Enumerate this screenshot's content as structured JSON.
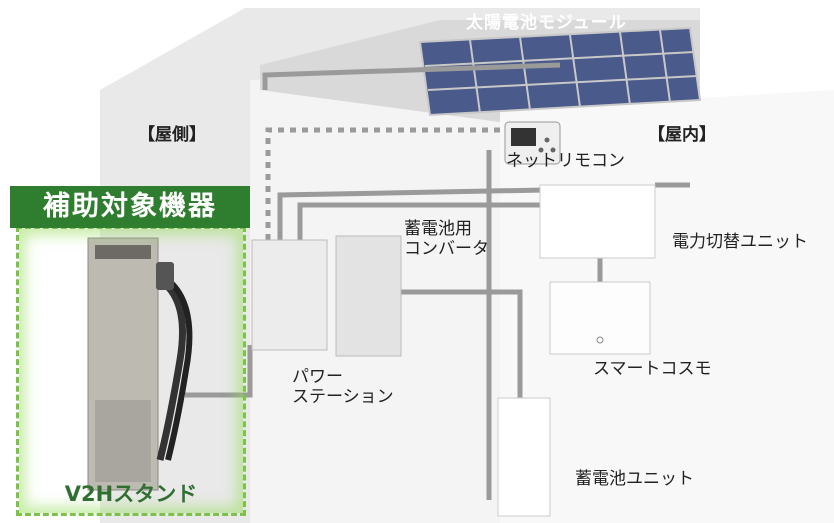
{
  "title_solar": "太陽電池モジュール",
  "outdoor_label": "【屋側】",
  "indoor_label": "【屋内】",
  "remote_label": "ネットリモコン",
  "subsidy_label": "補助対象機器",
  "converter_label_line1": "蓄電池用",
  "converter_label_line2": "コンバータ",
  "switch_unit_label": "電力切替ユニット",
  "power_station_line1": "パワー",
  "power_station_line2": "ステーション",
  "smart_cosmo_label": "スマートコスモ",
  "battery_unit_label": "蓄電池ユニット",
  "v2h_label": "V2Hスタンド",
  "colors": {
    "subsidy_green": "#2f7d2f",
    "dashed_green": "#7cc24a",
    "wire_gray": "#9a9a9a",
    "solar_panel": "#4a5a8a"
  }
}
